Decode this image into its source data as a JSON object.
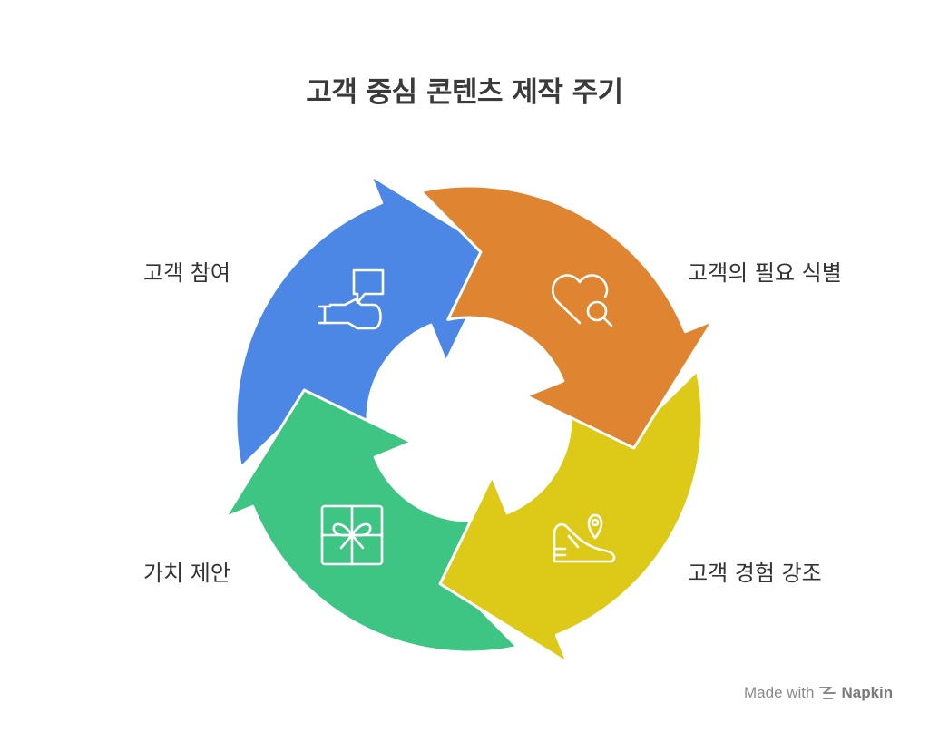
{
  "title": "고객 중심 콘텐츠 제작 주기",
  "steps": [
    {
      "label": "고객의 필요 식별",
      "color": "#DF8430",
      "icon": "heart-search-icon"
    },
    {
      "label": "고객 경험 강조",
      "color": "#DDC917",
      "icon": "shoe-location-icon"
    },
    {
      "label": "가치 제안",
      "color": "#3EC584",
      "icon": "gift-icon"
    },
    {
      "label": "고객 참여",
      "color": "#4C87E6",
      "icon": "handshake-chat-icon"
    }
  ],
  "footer": {
    "prefix": "Made with",
    "brand": "Napkin"
  }
}
